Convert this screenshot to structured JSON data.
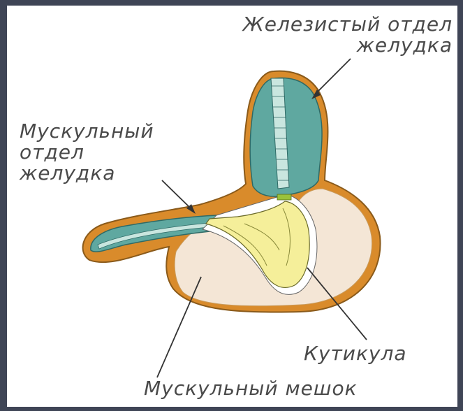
{
  "labels": {
    "glandular_line1": "Железистый отдел",
    "glandular_line2": "желудка",
    "muscular_line1": "Мускульный",
    "muscular_line2": "отдел",
    "muscular_line3": "желудка",
    "cuticle": "Кутикула",
    "muscular_sac": "Мускульный мешок"
  },
  "colors": {
    "background_frame": "#3f4556",
    "wall_orange": "#d98b2b",
    "wall_dark": "#8a5a1a",
    "mucosa_teal": "#5fa8a0",
    "lumen_light": "#c9e6df",
    "sac_beige": "#f4e6d6",
    "cuticle_yellow": "#f5ef9a",
    "label_gray": "#4a4a4a"
  }
}
